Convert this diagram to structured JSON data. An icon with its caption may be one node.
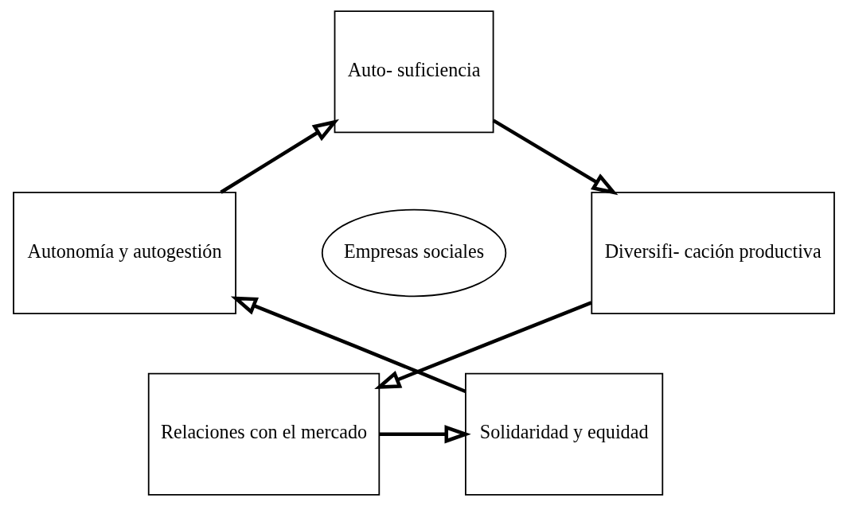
{
  "diagram": {
    "nodes": [
      {
        "text": [
          "Auto- suficiencia"
        ]
      },
      {
        "text": [
          "Autonomía y autogestión"
        ]
      },
      {
        "text": [
          "Diversifi- cación productiva"
        ]
      },
      {
        "text": [
          "Empresas sociales"
        ]
      },
      {
        "text": [
          "Solidaridad y equidad"
        ]
      },
      {
        "text": [
          "Relaciones con el mercado"
        ]
      }
    ],
    "edges": [
      {
        "from": 1,
        "to": 0,
        "arrow": "to"
      },
      {
        "from": 0,
        "to": 2,
        "arrow": "to"
      },
      {
        "from": 2,
        "to": 5,
        "arrow": "to"
      },
      {
        "from": 5,
        "to": 4,
        "arrow": "to"
      },
      {
        "from": 4,
        "to": 1,
        "arrow": "to"
      }
    ]
  }
}
